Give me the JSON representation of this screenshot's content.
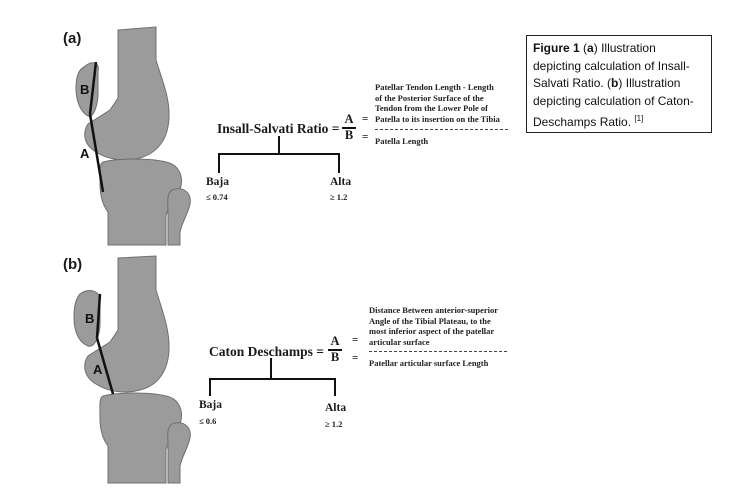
{
  "panel_a": {
    "label": "(a)",
    "segment_a": "A",
    "segment_b": "B",
    "ratio_label": "Insall-Salvati Ratio =",
    "numerator": "A",
    "denominator": "B",
    "equals": "=",
    "numerator_desc": [
      "Patellar Tendon Length - Length",
      "of the Posterior Surface of the",
      "Tendon from the Lower Pole of",
      "Patella to its insertion on the Tibia"
    ],
    "denominator_desc": "Patella Length",
    "baja_title": "Baja",
    "baja_value": "≤ 0.74",
    "alta_title": "Alta",
    "alta_value": "≥ 1.2"
  },
  "panel_b": {
    "label": "(b)",
    "segment_a": "A",
    "segment_b": "B",
    "ratio_label": "Caton Deschamps =",
    "numerator": "A",
    "denominator": "B",
    "equals": "=",
    "numerator_desc": [
      "Distance Between anterior-superior",
      "Angle of the Tibial Plateau, to the",
      "most inferior aspect of the patellar",
      "articular surface"
    ],
    "denominator_desc": "Patellar articular surface Length",
    "baja_title": "Baja",
    "baja_value": "≤ 0.6",
    "alta_title": "Alta",
    "alta_value": "≥ 1.2"
  },
  "caption": {
    "figure_label": "Figure 1",
    "a_marker": "a",
    "a_text": "Illustration depicting calculation of Insall-Salvati Ratio.",
    "b_marker": "b",
    "b_text": "Illustration depicting calculation of Caton-Deschamps Ratio.",
    "reference": "[1]"
  },
  "colors": {
    "bone": "#9b9b9b",
    "bone_edge": "#6f6f6f",
    "line": "#111111"
  }
}
